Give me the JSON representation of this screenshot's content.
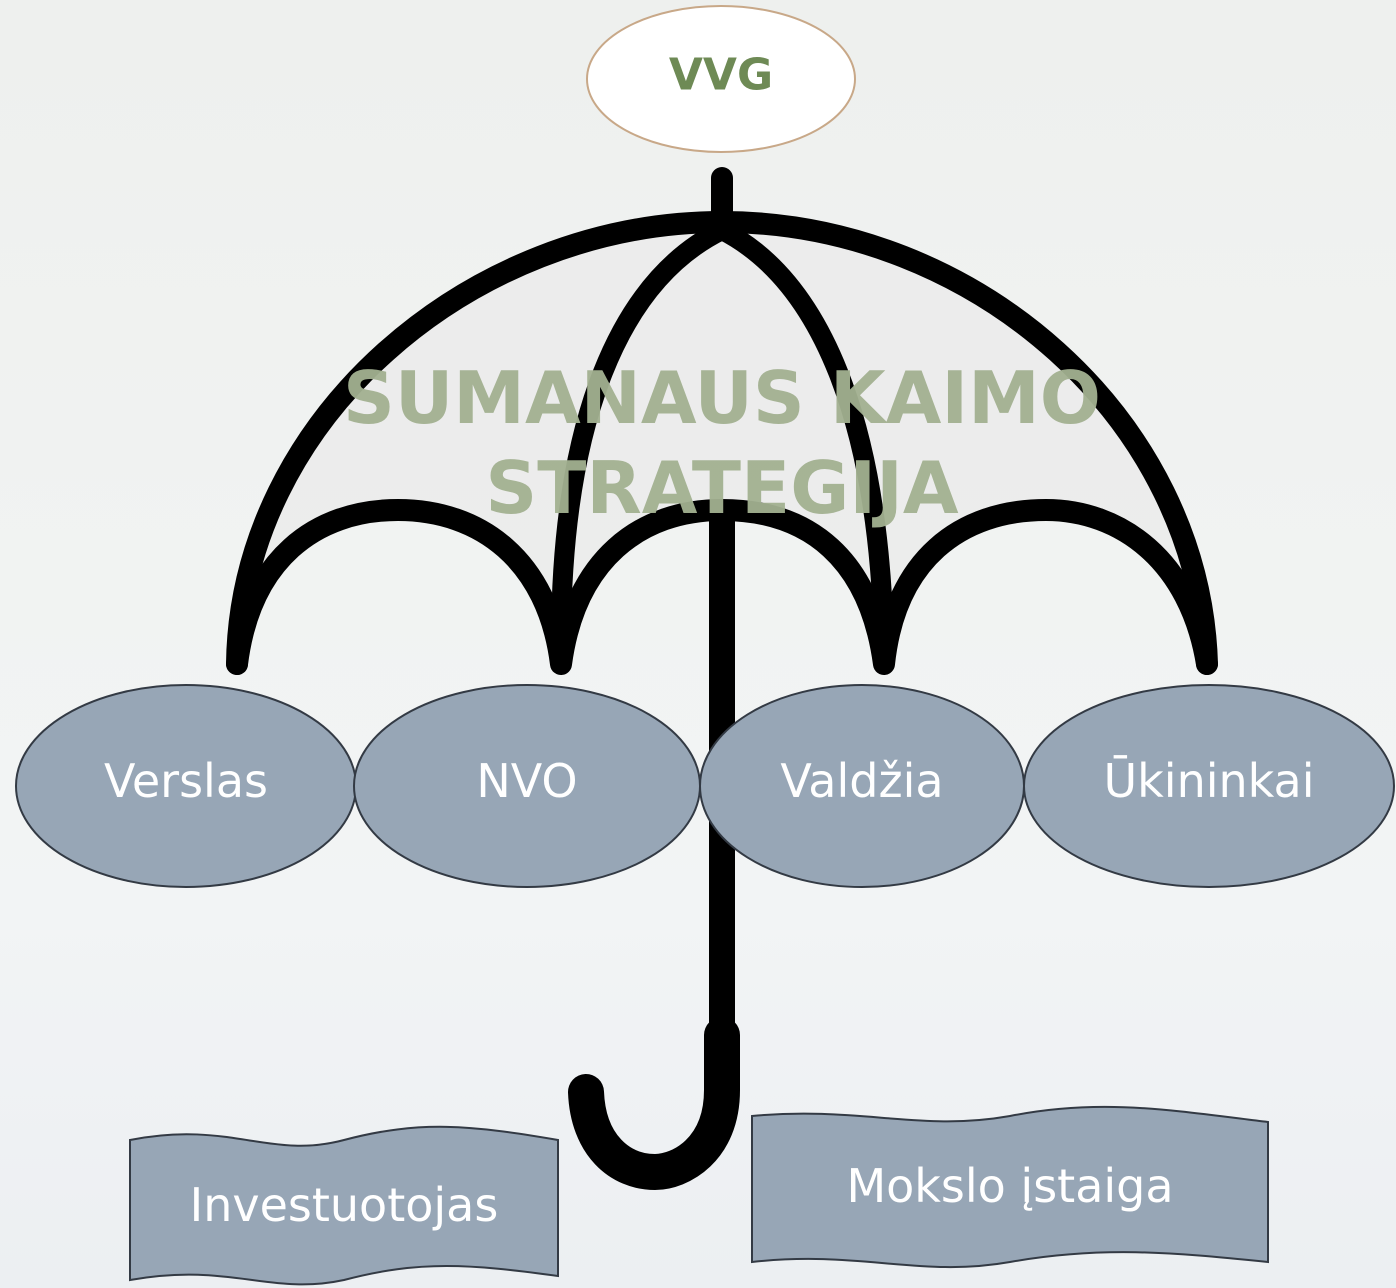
{
  "top_node": {
    "label": "VVG"
  },
  "title": {
    "line1": "SUMANAUS KAIMO",
    "line2": "STRATEGIJA"
  },
  "stakeholders": [
    {
      "label": "Verslas"
    },
    {
      "label": "NVO"
    },
    {
      "label": "Valdžia"
    },
    {
      "label": "Ūkininkai"
    }
  ],
  "banners": [
    {
      "label": "Investuotojas"
    },
    {
      "label": "Mokslo įstaiga"
    }
  ],
  "colors": {
    "oval_fill": "#97a6b6",
    "banner_fill": "#97a6b6",
    "top_oval_border": "#c8a888",
    "top_text": "#6e8a55",
    "title_text": "#a3b191",
    "umbrella_stroke": "#000000",
    "canopy_fill": "#ebebeb"
  }
}
